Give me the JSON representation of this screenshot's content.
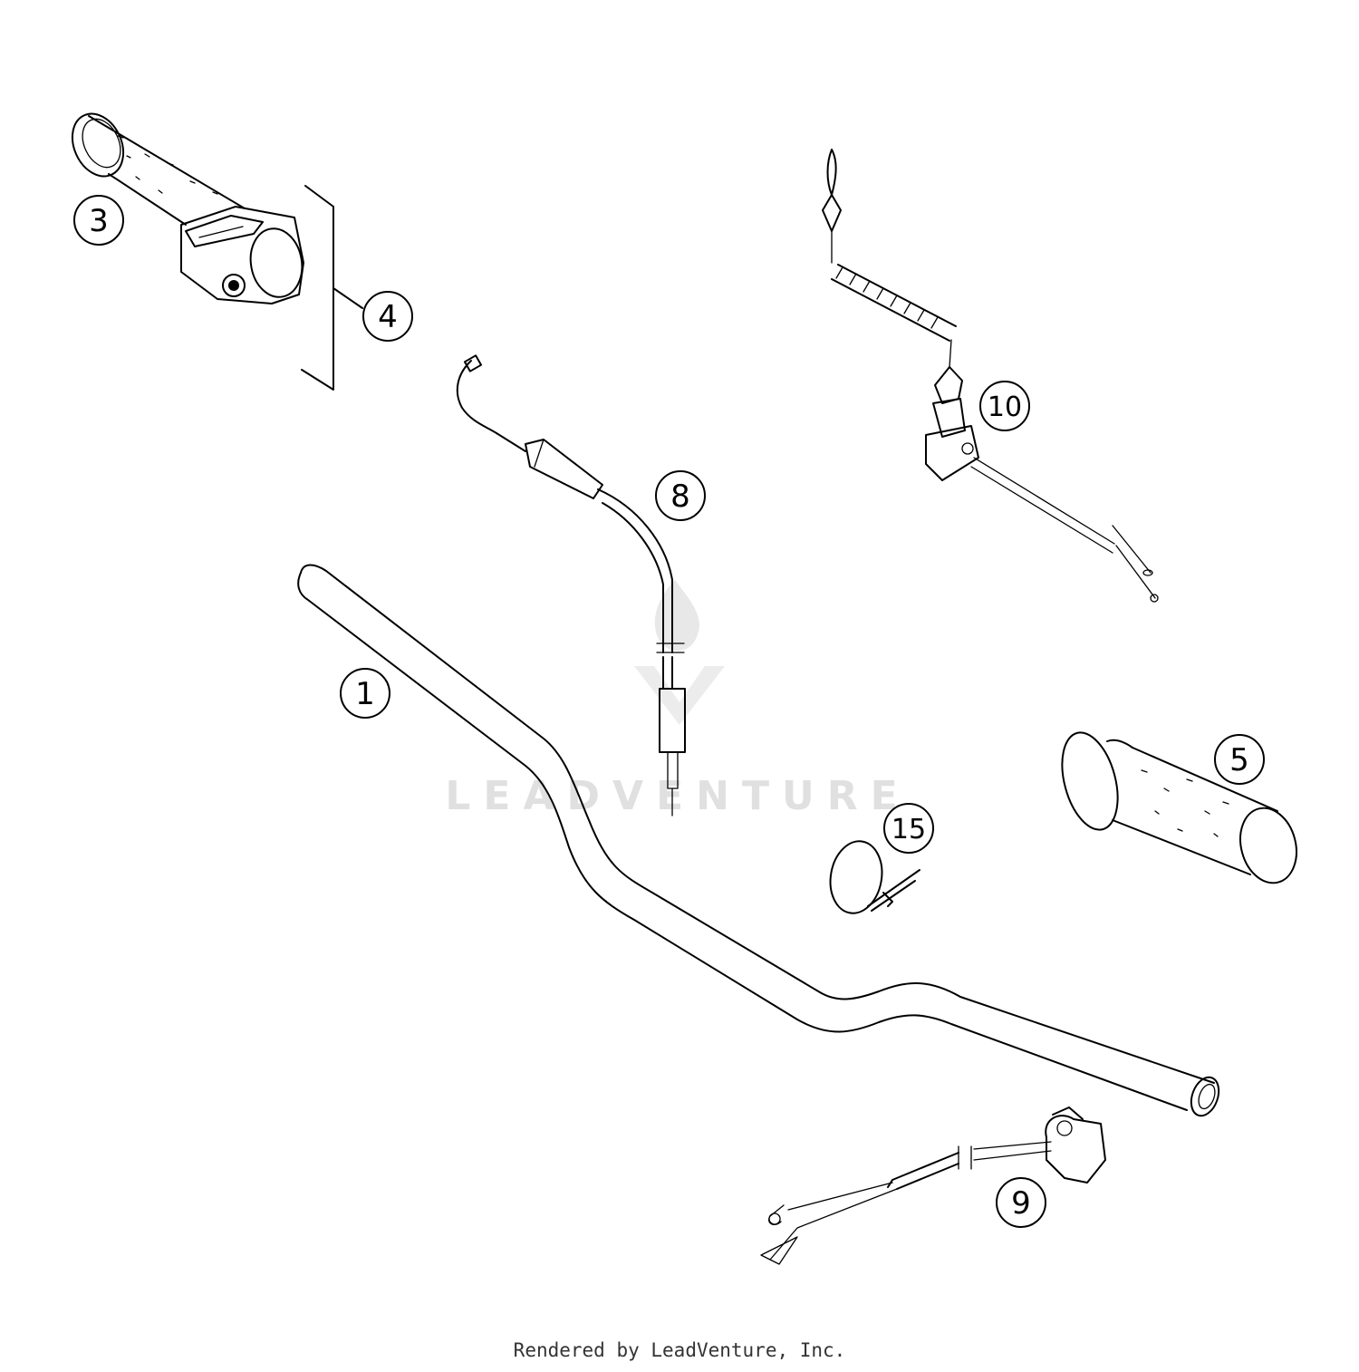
{
  "diagram": {
    "watermark": "LEADVENTURE",
    "callouts": {
      "handlebar": "1",
      "throttle_assembly": "3",
      "throttle_grip_set": "4",
      "grip_left": "5",
      "throttle_cable": "8",
      "kill_switch": "9",
      "tether_switch": "10",
      "cable_tie": "15"
    }
  },
  "footer": {
    "text": "Rendered by LeadVenture, Inc."
  }
}
